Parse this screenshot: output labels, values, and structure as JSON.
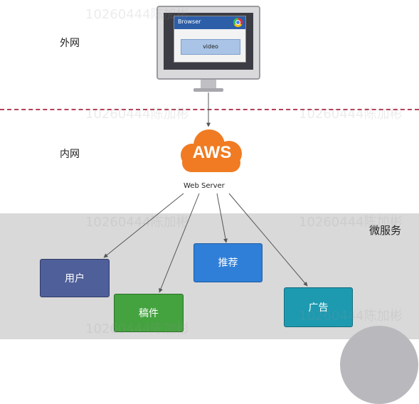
{
  "zones": {
    "external_label": "外网",
    "internal_label": "内网",
    "microservice_label": "微服务"
  },
  "browser": {
    "title": "Browser",
    "button": "video",
    "icon": "chrome-icon"
  },
  "cloud": {
    "text": "AWS",
    "color": "#f07b22"
  },
  "server": {
    "label": "Web Server"
  },
  "services": [
    {
      "id": "user",
      "label": "用户",
      "color": "#4f5f99"
    },
    {
      "id": "manuscript",
      "label": "稿件",
      "color": "#44a33f"
    },
    {
      "id": "recommend",
      "label": "推荐",
      "color": "#2f7fd8"
    },
    {
      "id": "ads",
      "label": "广告",
      "color": "#1d9ab0"
    }
  ],
  "watermark": "10260444陈加彬"
}
